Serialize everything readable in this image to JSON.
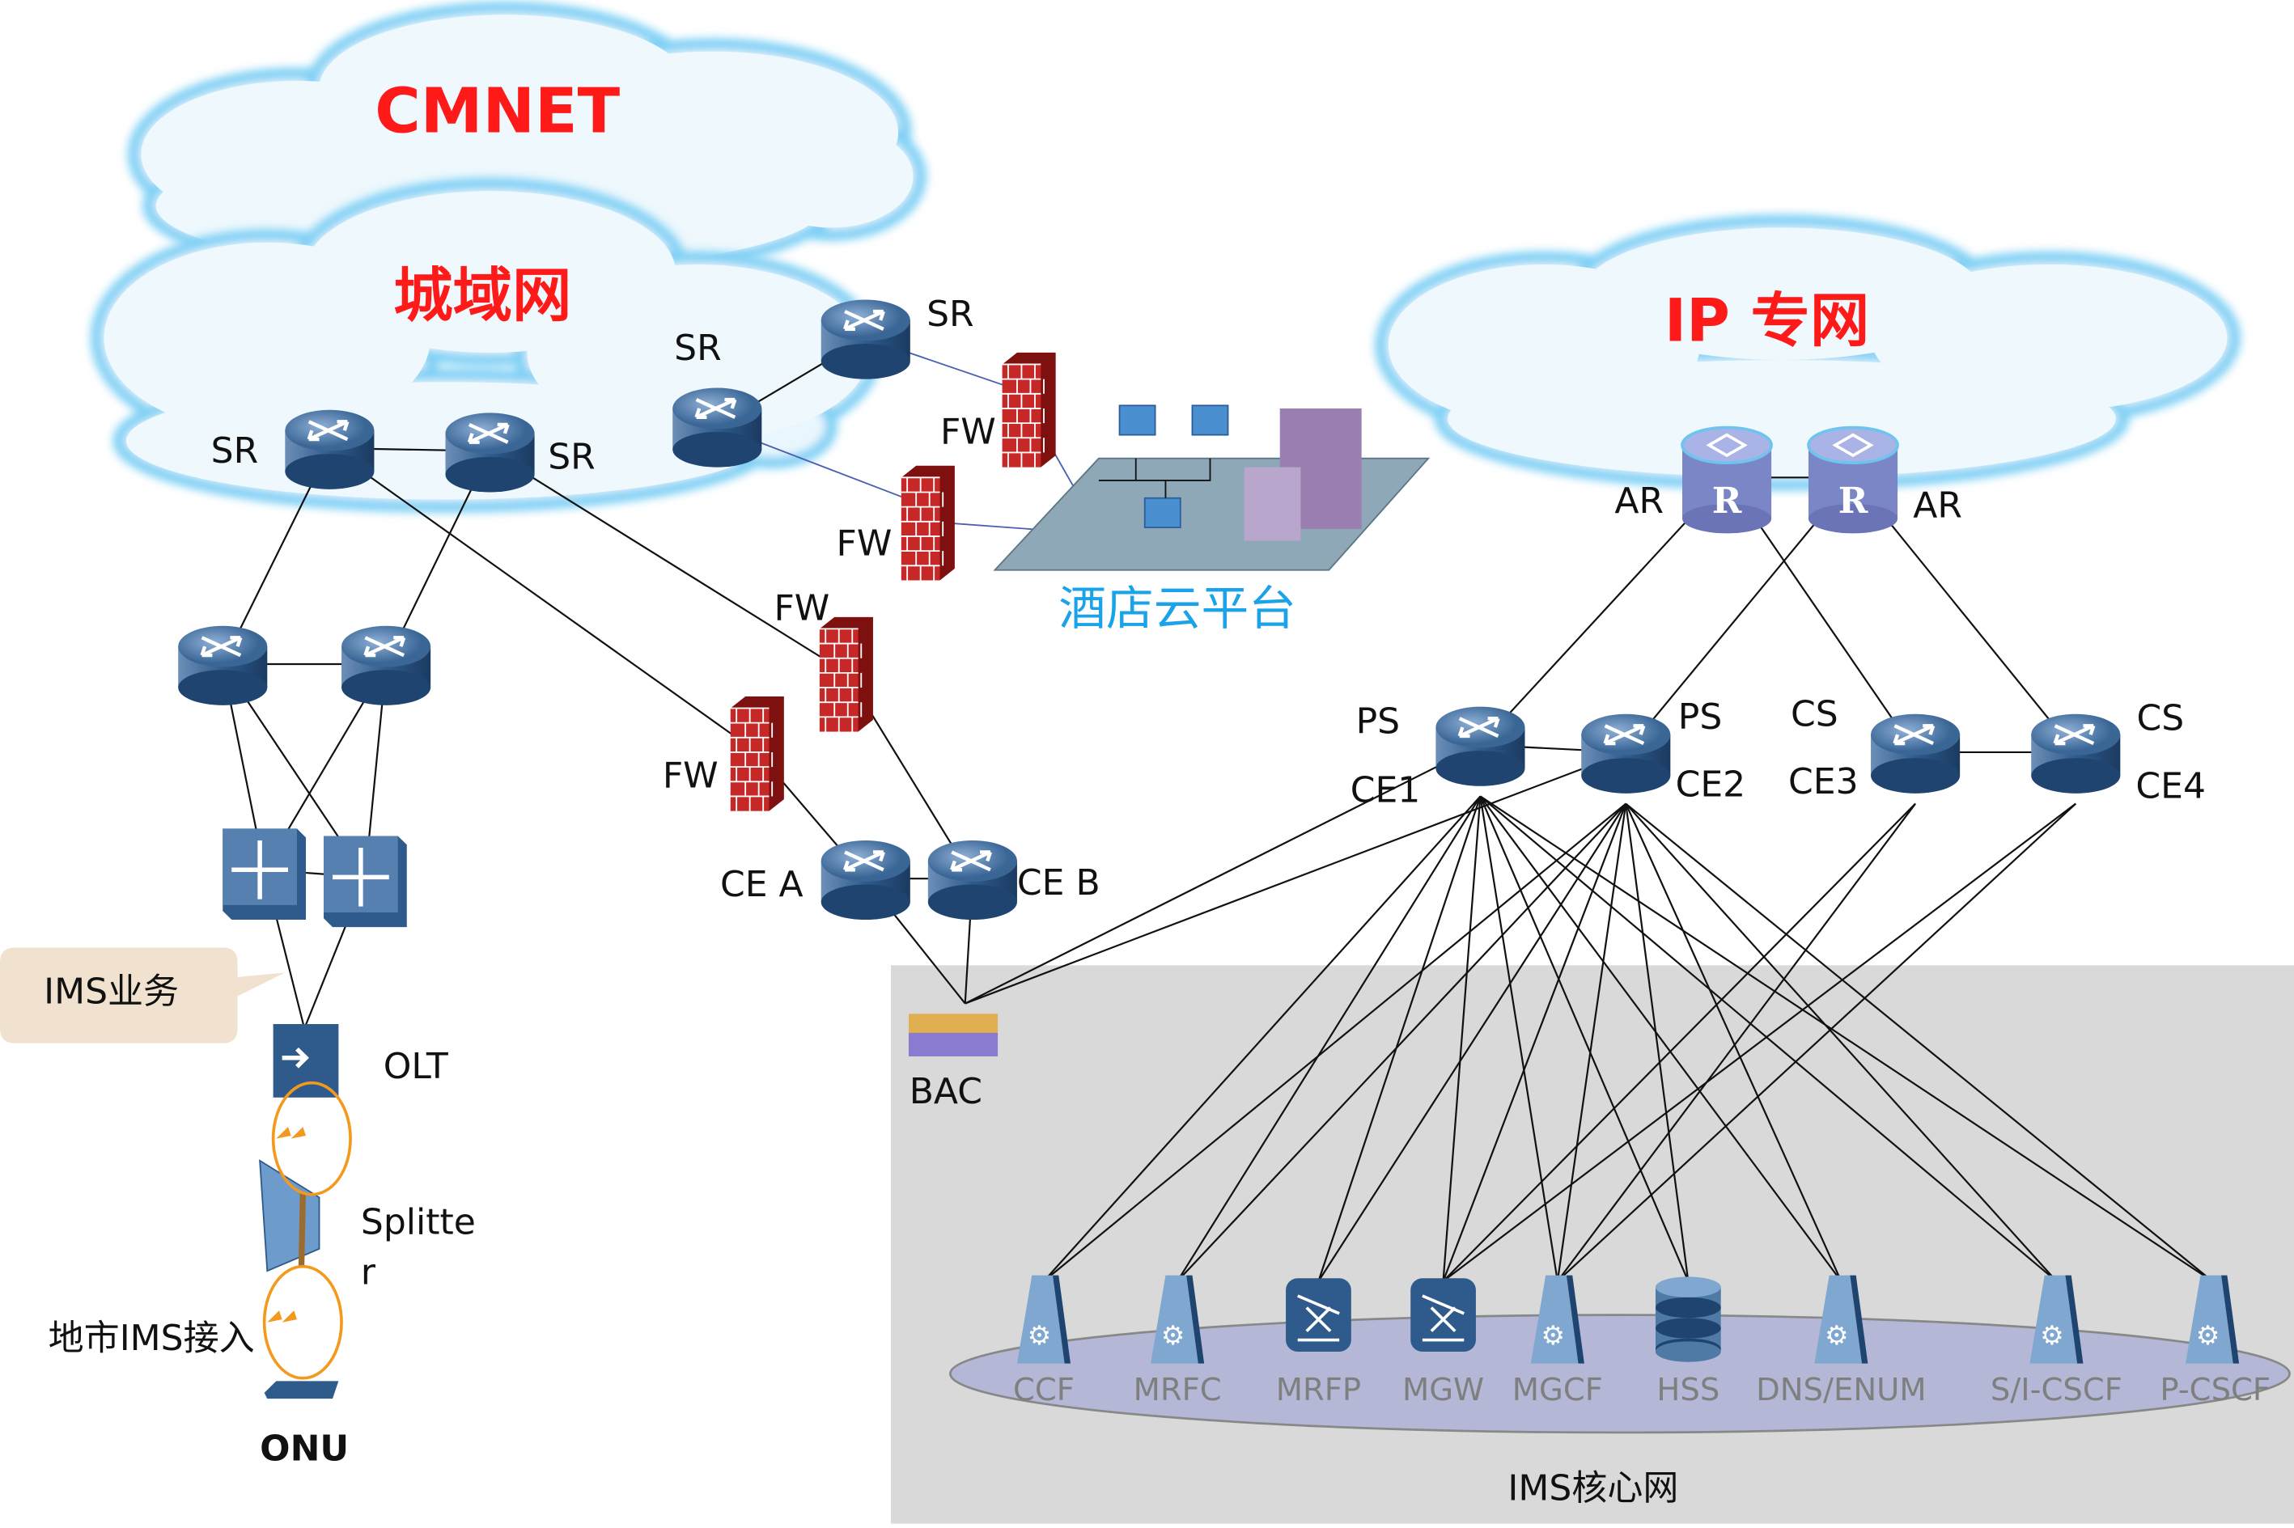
{
  "clouds": {
    "cmnet": "CMNET",
    "metro": "城域网",
    "ip_private": "IP 专网"
  },
  "nodes": {
    "sr1": "SR",
    "sr2": "SR",
    "sr3": "SR",
    "sr4": "SR",
    "fw1": "FW",
    "fw2": "FW",
    "fw3": "FW",
    "fw4": "FW",
    "cea": "CE A",
    "ceb": "CE B",
    "bac": "BAC",
    "ar1": "AR",
    "ar2": "AR",
    "ce1_role": "PS",
    "ce1": "CE1",
    "ce2_role": "PS",
    "ce2": "CE2",
    "ce3_role": "CS",
    "ce3": "CE3",
    "ce4_role": "CS",
    "ce4": "CE4",
    "olt": "OLT",
    "splitter_1": "Splitte",
    "splitter_2": "r",
    "onu": "ONU"
  },
  "callout": "IMS业务",
  "access_label": "地市IMS接入",
  "hotel_platform": "酒店云平台",
  "core": {
    "title": "IMS核心网",
    "devices": [
      {
        "name": "CCF",
        "icon": "server-gear"
      },
      {
        "name": "MRFC",
        "icon": "server-gear"
      },
      {
        "name": "MRFP",
        "icon": "media-gateway"
      },
      {
        "name": "MGW",
        "icon": "media-gateway"
      },
      {
        "name": "MGCF",
        "icon": "server-gear"
      },
      {
        "name": "HSS",
        "icon": "database"
      },
      {
        "name": "DNS/ENUM",
        "icon": "server-gear"
      },
      {
        "name": "S/I-CSCF",
        "icon": "server-gear"
      },
      {
        "name": "P-CSCF",
        "icon": "server-gear"
      }
    ]
  },
  "links": [
    [
      "sr1",
      "sr2"
    ],
    [
      "sr3",
      "sr4"
    ],
    [
      "sr1",
      "m1"
    ],
    [
      "sr2",
      "m2"
    ],
    [
      "sr1",
      "fw4"
    ],
    [
      "sr2",
      "fw3"
    ],
    [
      "m1",
      "m2"
    ],
    [
      "m1",
      "sw1"
    ],
    [
      "m1",
      "sw2"
    ],
    [
      "m2",
      "sw1"
    ],
    [
      "m2",
      "sw2"
    ],
    [
      "sw1",
      "sw2"
    ],
    [
      "sw1",
      "olt"
    ],
    [
      "sw2",
      "olt"
    ],
    [
      "fw4",
      "cea"
    ],
    [
      "fw3",
      "ceb"
    ],
    [
      "cea",
      "ceb"
    ],
    [
      "cea",
      "bac"
    ],
    [
      "ceb",
      "bac"
    ],
    [
      "bac",
      "ce1"
    ],
    [
      "bac",
      "ce2"
    ],
    [
      "ar1",
      "ar2"
    ],
    [
      "ar1",
      "ce1"
    ],
    [
      "ar1",
      "ce3"
    ],
    [
      "ar2",
      "ce2"
    ],
    [
      "ar2",
      "ce4"
    ],
    [
      "ce1",
      "ce2"
    ],
    [
      "ce3",
      "ce4"
    ],
    [
      "ce1",
      "d0"
    ],
    [
      "ce1",
      "d1"
    ],
    [
      "ce1",
      "d2"
    ],
    [
      "ce1",
      "d3"
    ],
    [
      "ce1",
      "d4"
    ],
    [
      "ce1",
      "d5"
    ],
    [
      "ce1",
      "d6"
    ],
    [
      "ce1",
      "d7"
    ],
    [
      "ce1",
      "d8"
    ],
    [
      "ce2",
      "d0"
    ],
    [
      "ce2",
      "d1"
    ],
    [
      "ce2",
      "d2"
    ],
    [
      "ce2",
      "d3"
    ],
    [
      "ce2",
      "d4"
    ],
    [
      "ce2",
      "d5"
    ],
    [
      "ce2",
      "d6"
    ],
    [
      "ce2",
      "d7"
    ],
    [
      "ce2",
      "d8"
    ],
    [
      "ce3",
      "d3"
    ],
    [
      "ce3",
      "d4"
    ],
    [
      "ce4",
      "d3"
    ],
    [
      "ce4",
      "d4"
    ]
  ],
  "firewall_links": [
    [
      "sr4",
      "fw1"
    ],
    [
      "fw1",
      "hotel"
    ],
    [
      "sr3",
      "fw2"
    ],
    [
      "fw2",
      "hotel"
    ]
  ],
  "colors": {
    "title_red": "#ff1a1a",
    "hotel_blue": "#1aa3e8",
    "cloud": "#e9f6fd",
    "cloud_edge": "#7fd0f5",
    "core_bg": "#d9d9d9",
    "core_ellipse": "#b4b8d6",
    "router": "#2f5b8c",
    "firewall": "#b71c1c",
    "fiber": "#f39a1e",
    "callout": "#f0e2cf"
  }
}
